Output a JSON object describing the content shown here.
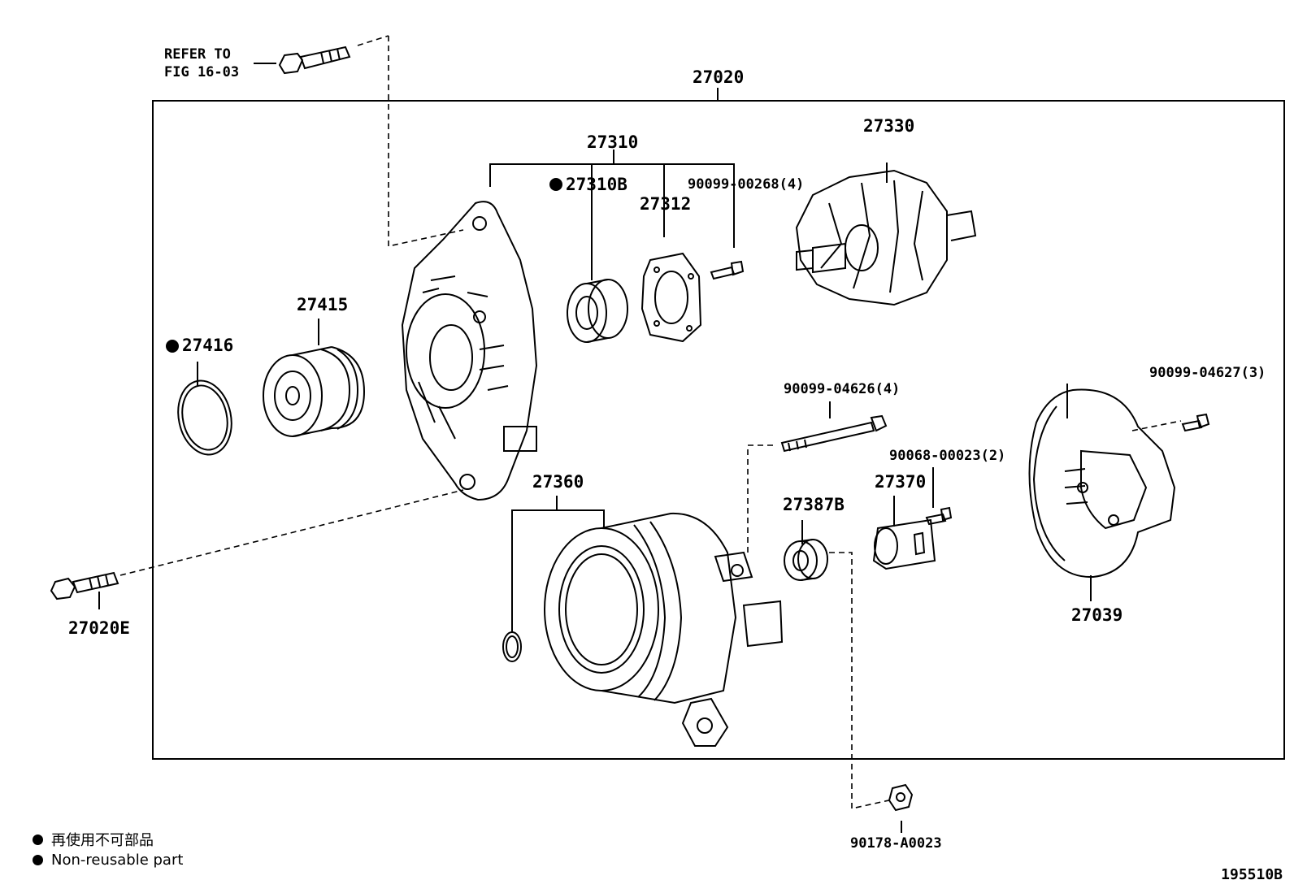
{
  "diagram": {
    "refer": {
      "line1": "REFER TO",
      "line2": "FIG 16-03"
    },
    "parts": {
      "p27020": "27020",
      "p27310": "27310",
      "p27310B": "27310B",
      "p27312": "27312",
      "p90099_00268": "90099-00268(4)",
      "p27330": "27330",
      "p27415": "27415",
      "p27416": "27416",
      "p90099_04626": "90099-04626(4)",
      "p90099_04627": "90099-04627(3)",
      "p90068_00023": "90068-00023(2)",
      "p27370": "27370",
      "p27387B": "27387B",
      "p27360": "27360",
      "p27039": "27039",
      "p27020E": "27020E",
      "p90178_A0023": "90178-A0023"
    },
    "figure_id": "195510B"
  },
  "legend": {
    "japanese": "再使用不可部品",
    "english": "Non-reusable part"
  }
}
